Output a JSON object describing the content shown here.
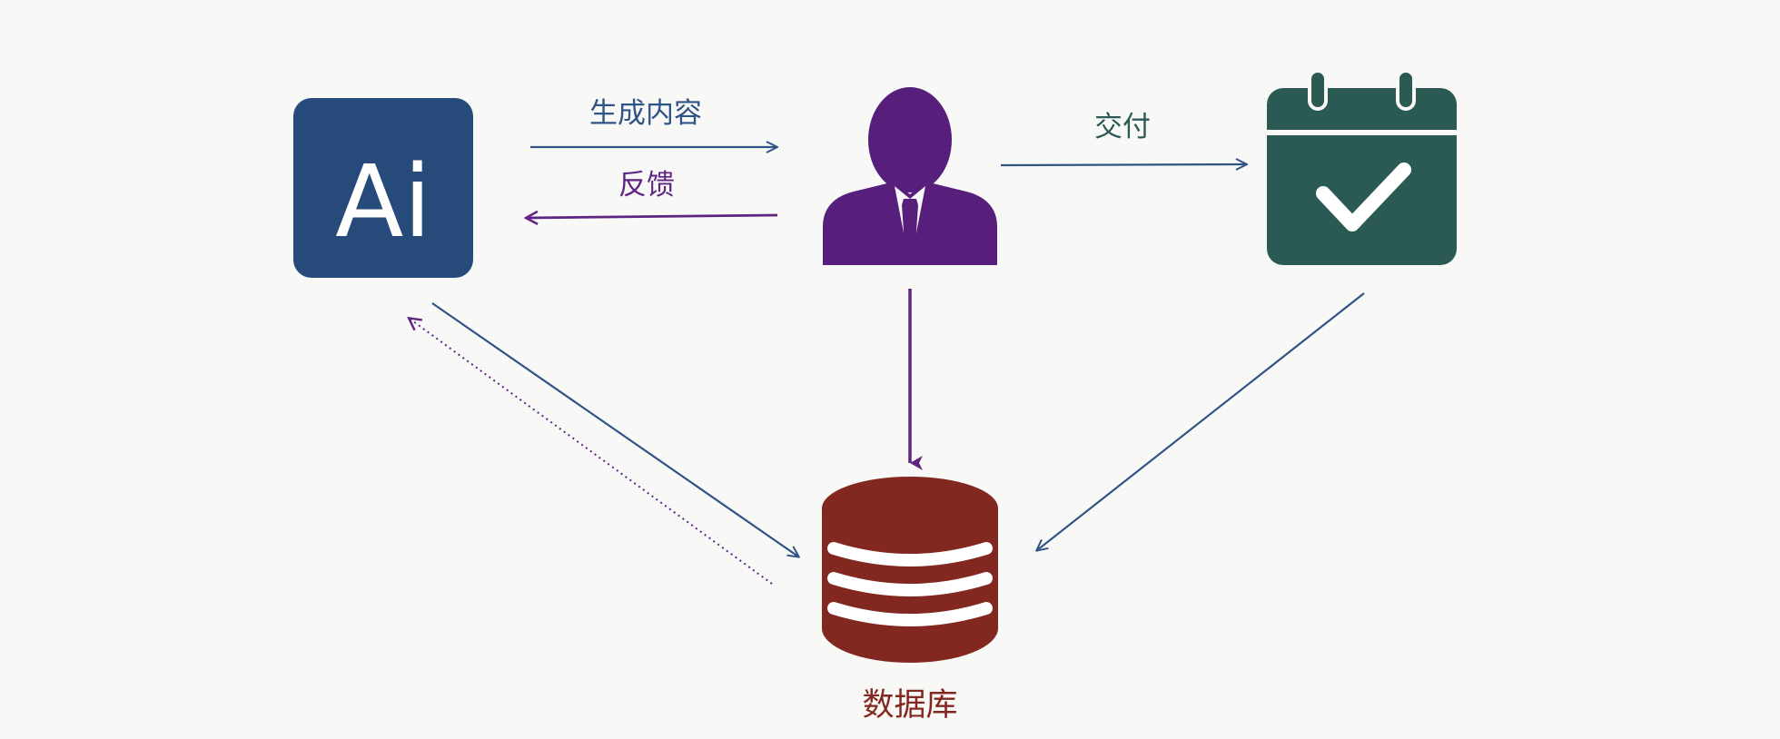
{
  "nodes": {
    "ai": {
      "text": "Ai",
      "icon": "ai-app-icon",
      "color": "#264a7a"
    },
    "user": {
      "icon": "user-icon",
      "color": "#571e7b"
    },
    "calendar": {
      "icon": "calendar-check-icon",
      "color": "#2b5a55"
    },
    "database": {
      "label": "数据库",
      "icon": "database-icon",
      "color": "#822820"
    }
  },
  "edges": {
    "generate": {
      "label": "生成内容",
      "color": "#2f5485"
    },
    "feedback": {
      "label": "反馈",
      "color": "#5f2482"
    },
    "deliver": {
      "label": "交付",
      "color": "#2b5a55"
    }
  },
  "colors": {
    "background": "#f8f8f7",
    "blue_arrow": "#2f5485",
    "purple_arrow": "#5f2482"
  }
}
